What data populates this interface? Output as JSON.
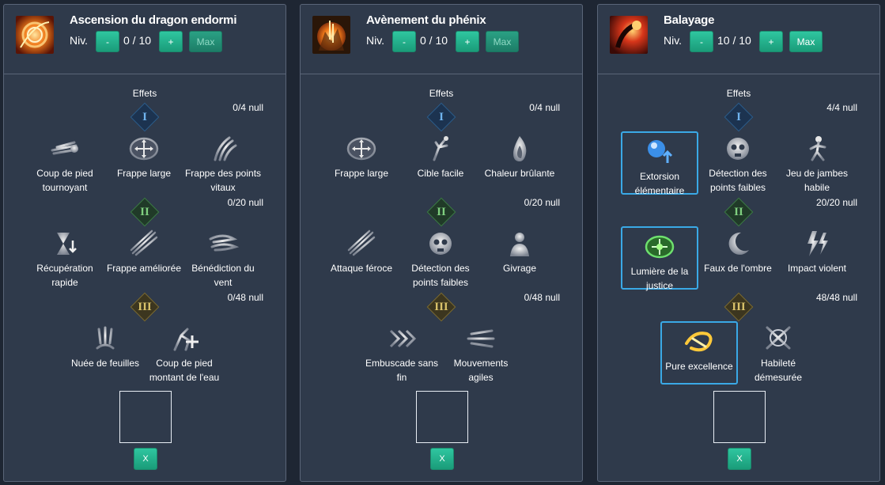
{
  "panels": [
    {
      "title": "Ascension du dragon endormi",
      "niv_label": "Niv.",
      "level": "0 / 10",
      "minus_label": "-",
      "plus_label": "+",
      "max_label": "Max",
      "effets_label": "Effets",
      "tier_counts": [
        "0/4 null",
        "0/20 null",
        "0/48 null"
      ],
      "tier1": [
        "Coup de pied tournoyant",
        "Frappe large",
        "Frappe des points vitaux"
      ],
      "tier2": [
        "Récupération rapide",
        "Frappe améliorée",
        "Bénédiction du vent"
      ],
      "tier3": [
        "Nuée de feuilles",
        "Coup de pied montant de l'eau"
      ],
      "x_label": "X"
    },
    {
      "title": "Avènement du phénix",
      "niv_label": "Niv.",
      "level": "0 / 10",
      "minus_label": "-",
      "plus_label": "+",
      "max_label": "Max",
      "effets_label": "Effets",
      "tier_counts": [
        "0/4 null",
        "0/20 null",
        "0/48 null"
      ],
      "tier1": [
        "Frappe large",
        "Cible facile",
        "Chaleur brûlante"
      ],
      "tier2": [
        "Attaque féroce",
        "Détection des points faibles",
        "Givrage"
      ],
      "tier3": [
        "Embuscade sans fin",
        "Mouvements agiles"
      ],
      "x_label": "X"
    },
    {
      "title": "Balayage",
      "niv_label": "Niv.",
      "level": "10 / 10",
      "minus_label": "-",
      "plus_label": "+",
      "max_label": "Max",
      "effets_label": "Effets",
      "tier_counts": [
        "4/4 null",
        "20/20 null",
        "48/48 null"
      ],
      "tier1": [
        "Extorsion élémentaire",
        "Détection des points faibles",
        "Jeu de jambes habile"
      ],
      "tier2": [
        "Lumière de la justice",
        "Faux de l'ombre",
        "Impact violent"
      ],
      "tier3": [
        "Pure excellence",
        "Habileté démesurée"
      ],
      "x_label": "X"
    }
  ],
  "tier_numerals": [
    "I",
    "II",
    "III"
  ],
  "colors": {
    "accent": "#22b38f",
    "selected_border": "#3aa9e6",
    "panel_bg": "#2f3a4b"
  }
}
